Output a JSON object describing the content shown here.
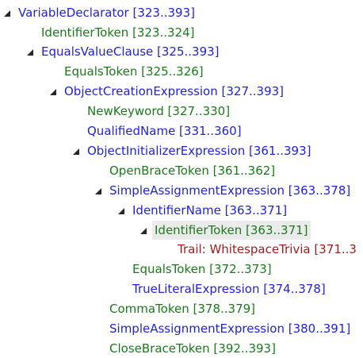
{
  "rows": [
    {
      "label": "VariableDeclarator [323..393]",
      "kind": "node",
      "toggle": "expanded"
    },
    {
      "label": "IdentifierToken [323..324]",
      "kind": "token",
      "toggle": "collapsed"
    },
    {
      "label": "EqualsValueClause [325..393]",
      "kind": "node",
      "toggle": "expanded"
    },
    {
      "label": "EqualsToken [325..326]",
      "kind": "token",
      "toggle": "collapsed"
    },
    {
      "label": "ObjectCreationExpression [327..393]",
      "kind": "node",
      "toggle": "expanded"
    },
    {
      "label": "NewKeyword [327..330]",
      "kind": "token",
      "toggle": "collapsed"
    },
    {
      "label": "QualifiedName [331..360]",
      "kind": "node",
      "toggle": "collapsed"
    },
    {
      "label": "ObjectInitializerExpression [361..393]",
      "kind": "node",
      "toggle": "expanded"
    },
    {
      "label": "OpenBraceToken [361..362]",
      "kind": "token",
      "toggle": "collapsed"
    },
    {
      "label": "SimpleAssignmentExpression [363..378]",
      "kind": "node",
      "toggle": "expanded"
    },
    {
      "label": "IdentifierName [363..371]",
      "kind": "node",
      "toggle": "expanded"
    },
    {
      "label": "IdentifierToken [363..371]",
      "kind": "token",
      "toggle": "expanded",
      "selected": true
    },
    {
      "label": "Trail: WhitespaceTrivia [371..3",
      "kind": "trivia",
      "toggle": "none"
    },
    {
      "label": "EqualsToken [372..373]",
      "kind": "token",
      "toggle": "collapsed"
    },
    {
      "label": "TrueLiteralExpression [374..378]",
      "kind": "node",
      "toggle": "collapsed"
    },
    {
      "label": "CommaToken [378..379]",
      "kind": "token",
      "toggle": "collapsed"
    },
    {
      "label": "SimpleAssignmentExpression [380..391]",
      "kind": "node",
      "toggle": "collapsed"
    },
    {
      "label": "CloseBraceToken [392..393]",
      "kind": "token",
      "toggle": "none"
    }
  ],
  "colors": {
    "node": "#1f1fdc",
    "token": "#1a7a1a",
    "trivia": "#9b1c1c",
    "selected_bg": "#ebebeb"
  },
  "icons": {
    "expanded": "expanded-triangle-icon",
    "collapsed": "collapsed-triangle-icon"
  }
}
